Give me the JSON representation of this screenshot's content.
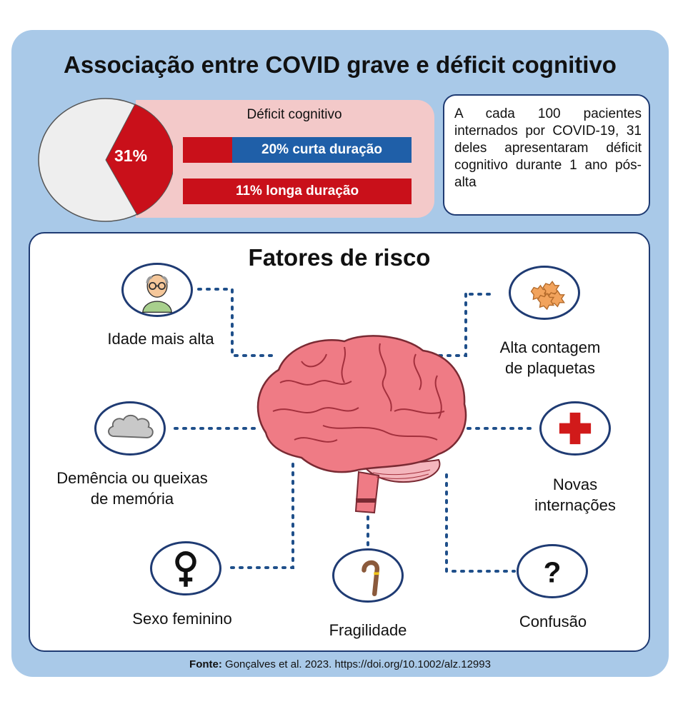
{
  "title": "Associação entre COVID grave e déficit cognitivo",
  "pie": {
    "percent_label": "31%",
    "deficit_fraction": 0.31,
    "colors": {
      "deficit": "#c9101a",
      "rest": "#eeeeee"
    }
  },
  "deficit": {
    "heading": "Déficit cognitivo",
    "short": "20% curta duração",
    "long": "11% longa duração",
    "colors": {
      "short": "#1f5fa8",
      "long": "#c9101a",
      "panel": "#f3c9c9"
    }
  },
  "info_text": "A cada 100 pacientes internados por COVID-19, 31 deles apresentaram déficit cognitivo durante 1 ano pós-alta",
  "risk_title": "Fatores de risco",
  "factors": {
    "age": {
      "label": "Idade mais alta",
      "icon": "elderly-person-icon"
    },
    "platelets": {
      "label_line1": "Alta contagem",
      "label_line2": "de plaquetas",
      "icon": "platelets-icon"
    },
    "dementia": {
      "label_line1": "Demência ou queixas",
      "label_line2": "de memória",
      "icon": "cloud-icon"
    },
    "readmission": {
      "label_line1": "Novas",
      "label_line2": "internações",
      "icon": "red-cross-icon"
    },
    "female": {
      "label": "Sexo feminino",
      "icon": "female-symbol-icon"
    },
    "frailty": {
      "label": "Fragilidade",
      "icon": "cane-icon"
    },
    "confusion": {
      "label": "Confusão",
      "icon": "question-mark-icon"
    }
  },
  "source": {
    "prefix": "Fonte:",
    "text": " Gonçalves et al. 2023. https://doi.org/10.1002/alz.12993"
  },
  "accent_colors": {
    "frame": "#a9c9e8",
    "border": "#1f3b73",
    "brain": "#ef7b85",
    "dots": "#1f4f8a"
  }
}
